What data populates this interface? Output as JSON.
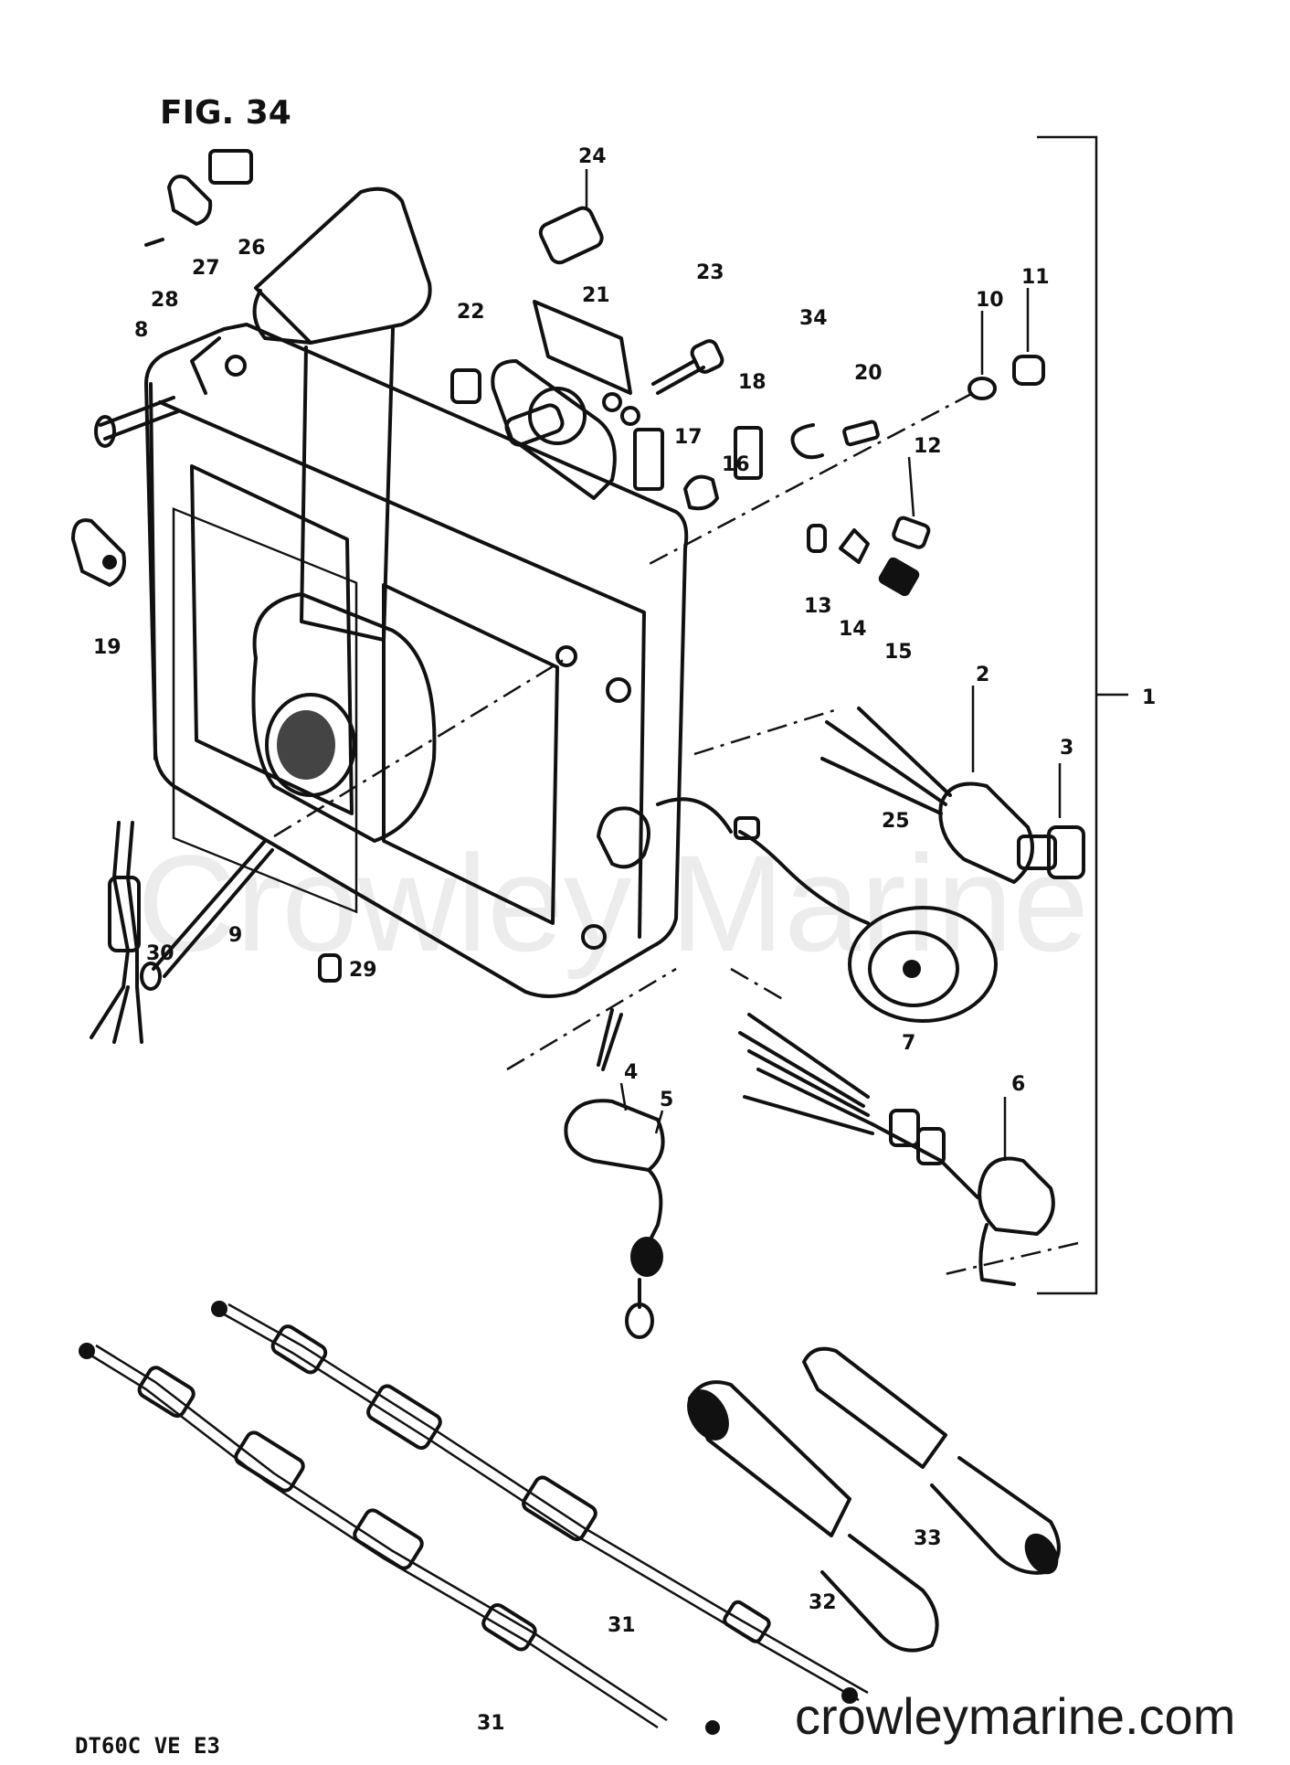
{
  "figure": {
    "title": "FIG. 34",
    "model_code": "DT60C VE E3",
    "watermark": "Crowley Marine",
    "site": "crowleymarine.com"
  },
  "callouts": [
    {
      "id": "c1",
      "text": "1"
    },
    {
      "id": "c2",
      "text": "2"
    },
    {
      "id": "c3",
      "text": "3"
    },
    {
      "id": "c4",
      "text": "4"
    },
    {
      "id": "c5",
      "text": "5"
    },
    {
      "id": "c6",
      "text": "6"
    },
    {
      "id": "c7",
      "text": "7"
    },
    {
      "id": "c8",
      "text": "8"
    },
    {
      "id": "c9",
      "text": "9"
    },
    {
      "id": "c10",
      "text": "10"
    },
    {
      "id": "c11",
      "text": "11"
    },
    {
      "id": "c12",
      "text": "12"
    },
    {
      "id": "c13",
      "text": "13"
    },
    {
      "id": "c14",
      "text": "14"
    },
    {
      "id": "c15",
      "text": "15"
    },
    {
      "id": "c16",
      "text": "16"
    },
    {
      "id": "c17",
      "text": "17"
    },
    {
      "id": "c18",
      "text": "18"
    },
    {
      "id": "c19",
      "text": "19"
    },
    {
      "id": "c20",
      "text": "20"
    },
    {
      "id": "c21",
      "text": "21"
    },
    {
      "id": "c22",
      "text": "22"
    },
    {
      "id": "c23",
      "text": "23"
    },
    {
      "id": "c24",
      "text": "24"
    },
    {
      "id": "c25",
      "text": "25"
    },
    {
      "id": "c26",
      "text": "26"
    },
    {
      "id": "c27",
      "text": "27"
    },
    {
      "id": "c28",
      "text": "28"
    },
    {
      "id": "c29",
      "text": "29"
    },
    {
      "id": "c30",
      "text": "30"
    },
    {
      "id": "c31a",
      "text": "31"
    },
    {
      "id": "c31b",
      "text": "31"
    },
    {
      "id": "c32",
      "text": "32"
    },
    {
      "id": "c33",
      "text": "33"
    },
    {
      "id": "c34",
      "text": "34"
    }
  ]
}
